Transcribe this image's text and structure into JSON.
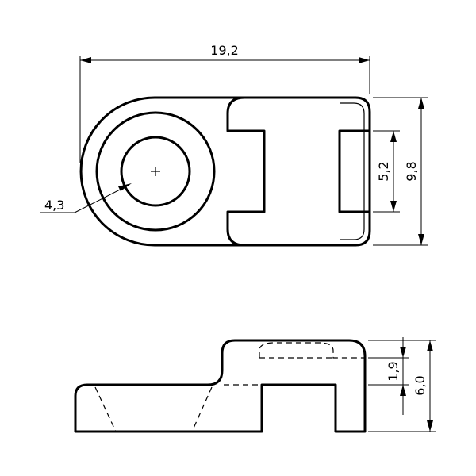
{
  "dimensions": {
    "overall_length": "19,2",
    "overall_width": "9,8",
    "slot_width": "5,2",
    "hole_diameter": "4,3",
    "overall_height": "6,0",
    "base_thickness": "1,9"
  }
}
